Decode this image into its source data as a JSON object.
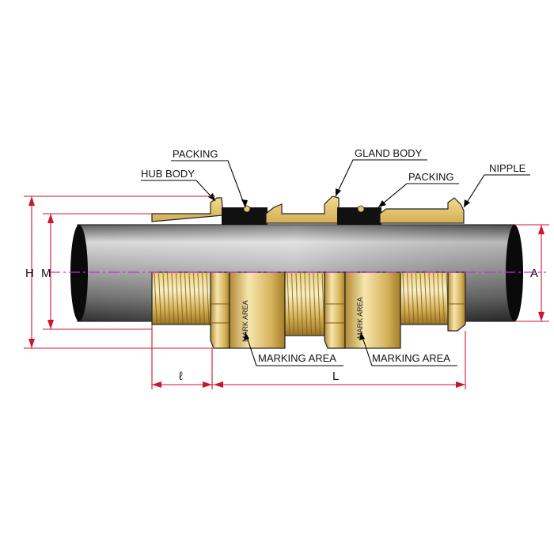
{
  "labels": {
    "packing_left": "PACKING",
    "hub_body": "HUB BODY",
    "gland_body": "GLAND BODY",
    "packing_right": "PACKING",
    "nipple": "NIPPLE",
    "marking_area_left": "MARKING AREA",
    "marking_area_right": "MARKING AREA",
    "mark_area_left": "MARK AREA",
    "mark_area_right": "MARK AREA"
  },
  "dimensions": {
    "h": "H",
    "m": "M",
    "a": "A",
    "small_l": "ℓ",
    "big_l": "L"
  },
  "colors": {
    "brass_light": "#f4e3a6",
    "brass_mid": "#d9b862",
    "brass_dark": "#a57e2a",
    "cable_light": "#e4e4e4",
    "cable_dark": "#3a3a3a",
    "packing": "#111111",
    "dimension": "#d0142c",
    "centerline": "#c52fd6"
  }
}
